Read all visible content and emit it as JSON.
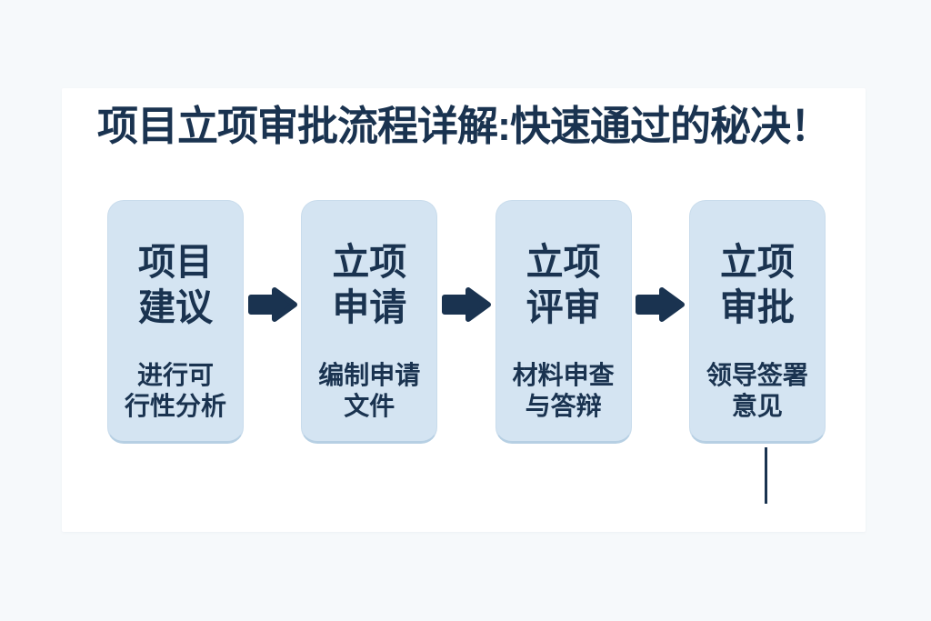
{
  "title": "项目立项审批流程详解:快速通过的秘决！",
  "steps": [
    {
      "heading": [
        "项目",
        "建议"
      ],
      "detail": [
        "进行可",
        "行性分析"
      ]
    },
    {
      "heading": [
        "立项",
        "申请"
      ],
      "detail": [
        "编制申请",
        "文件"
      ]
    },
    {
      "heading": [
        "立项",
        "评审"
      ],
      "detail": [
        "材料申查",
        "与答辩"
      ]
    },
    {
      "heading": [
        "立项",
        "审批"
      ],
      "detail": [
        "领导签署",
        "意见"
      ]
    }
  ],
  "colors": {
    "navy": "#1a3350",
    "box_fill": "#d4e4f2",
    "box_border": "#c9dcec",
    "box_border_bottom": "#b6cfe3",
    "page_bg": "#f6f9fb",
    "card_bg": "#ffffff"
  }
}
